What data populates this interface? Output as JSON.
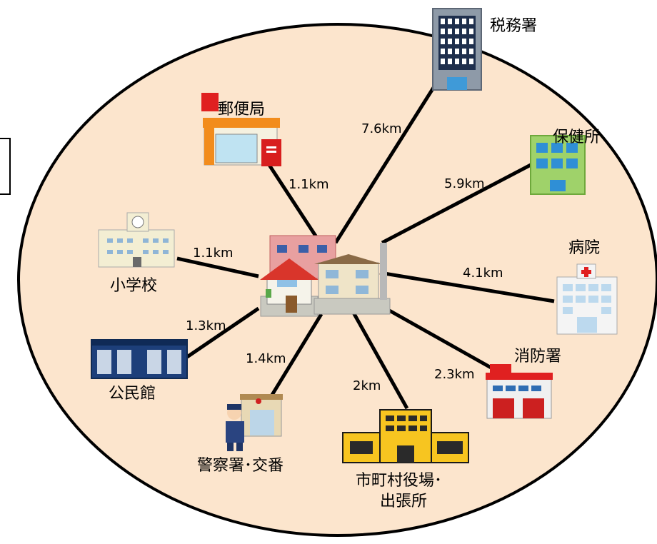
{
  "center": {
    "icon": "houses-icon"
  },
  "facilities": [
    {
      "key": "tax-office",
      "name": "税務署",
      "distance": "7.6km",
      "icon": "office-building-icon"
    },
    {
      "key": "post-office",
      "name": "郵便局",
      "distance": "1.1km",
      "icon": "post-office-icon"
    },
    {
      "key": "health-center",
      "name": "保健所",
      "distance": "5.9km",
      "icon": "health-center-icon"
    },
    {
      "key": "elementary-school",
      "name": "小学校",
      "distance": "1.1km",
      "icon": "school-icon"
    },
    {
      "key": "hospital",
      "name": "病院",
      "distance": "4.1km",
      "icon": "hospital-icon"
    },
    {
      "key": "community-hall",
      "name": "公民館",
      "distance": "1.3km",
      "icon": "community-hall-icon"
    },
    {
      "key": "police",
      "name": "警察署･交番",
      "distance": "1.4km",
      "icon": "police-box-icon"
    },
    {
      "key": "city-hall",
      "name_lines": [
        "市町村役場･",
        "出張所"
      ],
      "distance": "2km",
      "icon": "city-hall-icon"
    },
    {
      "key": "fire-station",
      "name": "消防署",
      "distance": "2.3km",
      "icon": "fire-station-icon"
    }
  ],
  "colors": {
    "area_fill": "#fce5cd",
    "outline": "#000000",
    "line": "#000000"
  }
}
